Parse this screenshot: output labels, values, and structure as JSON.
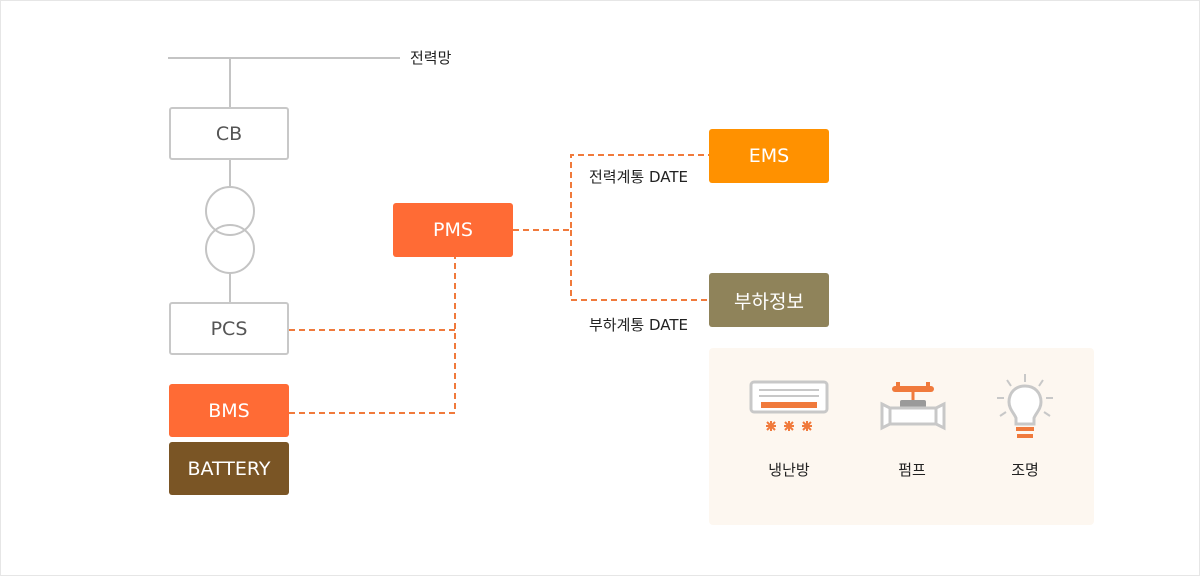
{
  "nodes": {
    "grid": "전력망",
    "cb": "CB",
    "pcs": "PCS",
    "bms": "BMS",
    "battery": "BATTERY",
    "pms": "PMS",
    "ems": "EMS",
    "load_info": "부하정보"
  },
  "links": {
    "ems_label": "전력계통 DATE",
    "load_label": "부하계통 DATE"
  },
  "loads": [
    {
      "label": "냉난방",
      "icon": "air-conditioner-icon"
    },
    {
      "label": "펌프",
      "icon": "pump-icon"
    },
    {
      "label": "조명",
      "icon": "light-bulb-icon"
    }
  ],
  "colors": {
    "pms": "#ff6b35",
    "bms": "#ff6b35",
    "ems": "#ff9100",
    "battery": "#7a5525",
    "load_info": "#8f835a",
    "dashed_link": "#f07a3c",
    "wire": "#c4c4c4"
  }
}
